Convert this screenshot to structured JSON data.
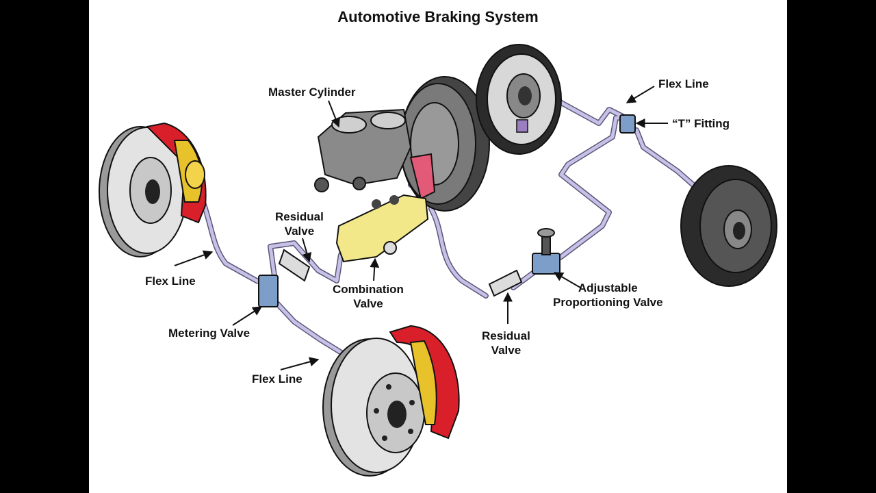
{
  "title": "Automotive Braking System",
  "labels": {
    "master_cylinder": "Master Cylinder",
    "residual_valve_front": [
      "Residual",
      "Valve"
    ],
    "combination_valve": [
      "Combination",
      "Valve"
    ],
    "flex_line_left": "Flex Line",
    "metering_valve": "Metering Valve",
    "flex_line_bottom": "Flex Line",
    "residual_valve_rear": [
      "Residual",
      "Valve"
    ],
    "adjustable_proportioning_valve": [
      "Adjustable",
      "Proportioning Valve"
    ],
    "flex_line_right": "Flex Line",
    "t_fitting": "“T” Fitting"
  },
  "colors": {
    "caliper_red": "#d9202a",
    "valve_yellow": "#f2e88a",
    "brake_line": "#b9b3dc",
    "valve_blue": "#7d9ec9",
    "rotor_gray": "#d6d6d6",
    "drum_dark": "#2b2b2b"
  }
}
